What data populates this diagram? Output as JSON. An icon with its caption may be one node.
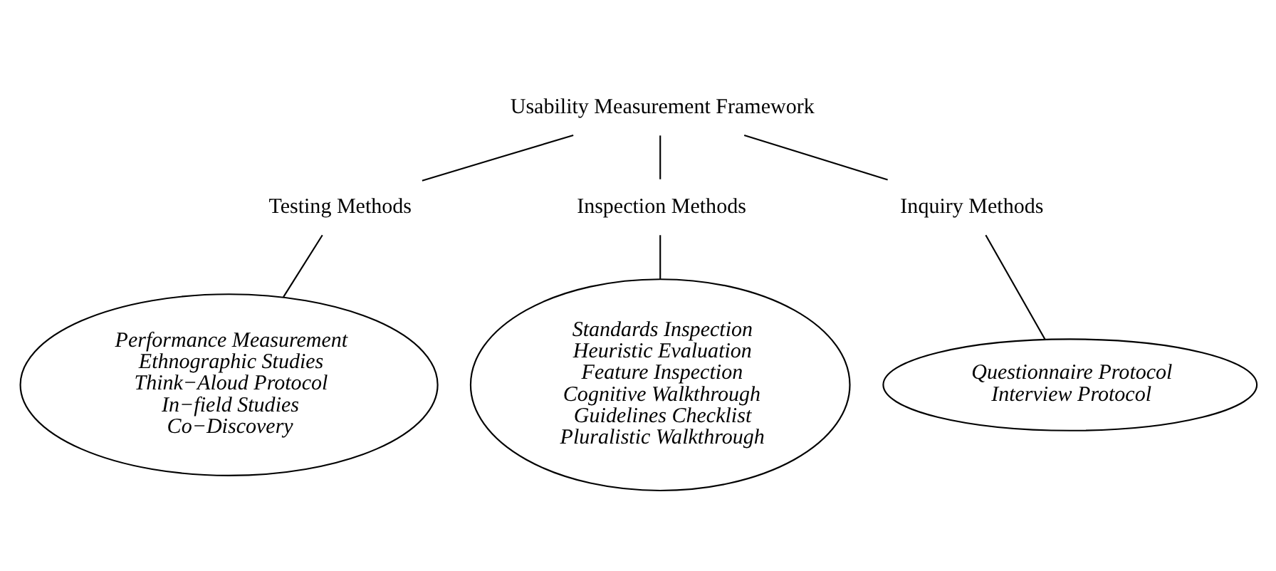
{
  "diagram": {
    "nodes": [
      {
        "text": [
          "Usability Measurement Framework"
        ]
      },
      {
        "text": [
          "Testing Methods"
        ]
      },
      {
        "text": [
          "Inspection Methods"
        ]
      },
      {
        "text": [
          "Inquiry Methods"
        ]
      },
      {
        "text": [
          "Performance Measurement",
          "Ethnographic Studies",
          "Think−Aloud Protocol",
          "In−field Studies",
          "Co−Discovery"
        ]
      },
      {
        "text": [
          "Questionnaire Protocol",
          "Interview Protocol"
        ]
      },
      {
        "text": [
          "Standards Inspection",
          "Heuristic Evaluation",
          "Feature Inspection",
          "Cognitive Walkthrough",
          "Guidelines Checklist",
          "Pluralistic Walkthrough"
        ]
      }
    ],
    "edges": [
      {
        "from": 0,
        "to": 1,
        "arrow": "none"
      },
      {
        "from": 0,
        "to": 2,
        "arrow": "none"
      },
      {
        "from": 0,
        "to": 3,
        "arrow": "none"
      },
      {
        "from": 1,
        "to": 4,
        "arrow": "none"
      },
      {
        "from": 3,
        "to": 5,
        "arrow": "none"
      },
      {
        "from": 2,
        "to": 6,
        "arrow": "none"
      }
    ]
  }
}
